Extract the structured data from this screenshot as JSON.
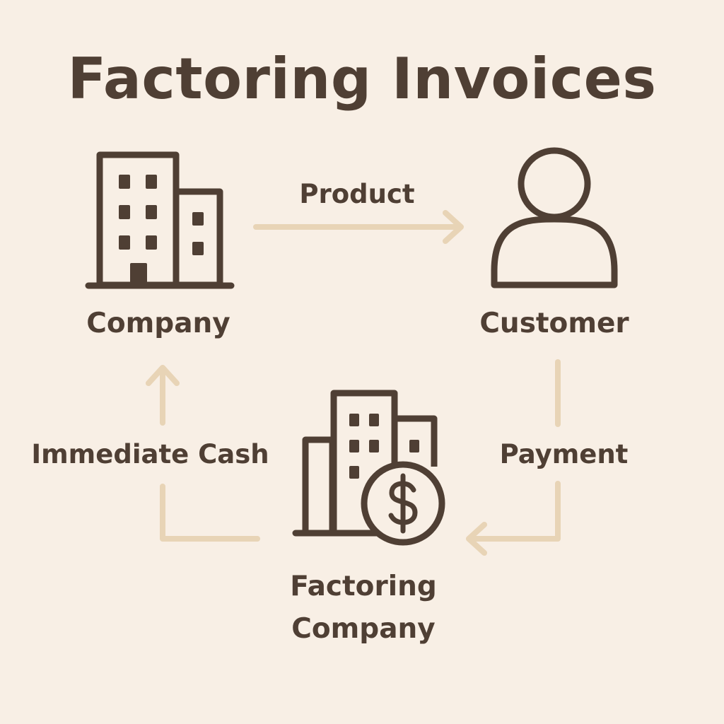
{
  "title": "Factoring Invoices",
  "nodes": {
    "company": {
      "label": "Company",
      "icon": "office-building-icon"
    },
    "customer": {
      "label": "Customer",
      "icon": "person-icon"
    },
    "factoring_company": {
      "label": "Factoring Company",
      "icon": "building-with-dollar-coin-icon"
    }
  },
  "flows": {
    "product": "Product",
    "payment": "Payment",
    "immediate_cash": "Immediate Cash"
  },
  "colors": {
    "background": "#f8efe5",
    "icon_text": "#4f3f34",
    "arrow": "#e8d4b6"
  }
}
